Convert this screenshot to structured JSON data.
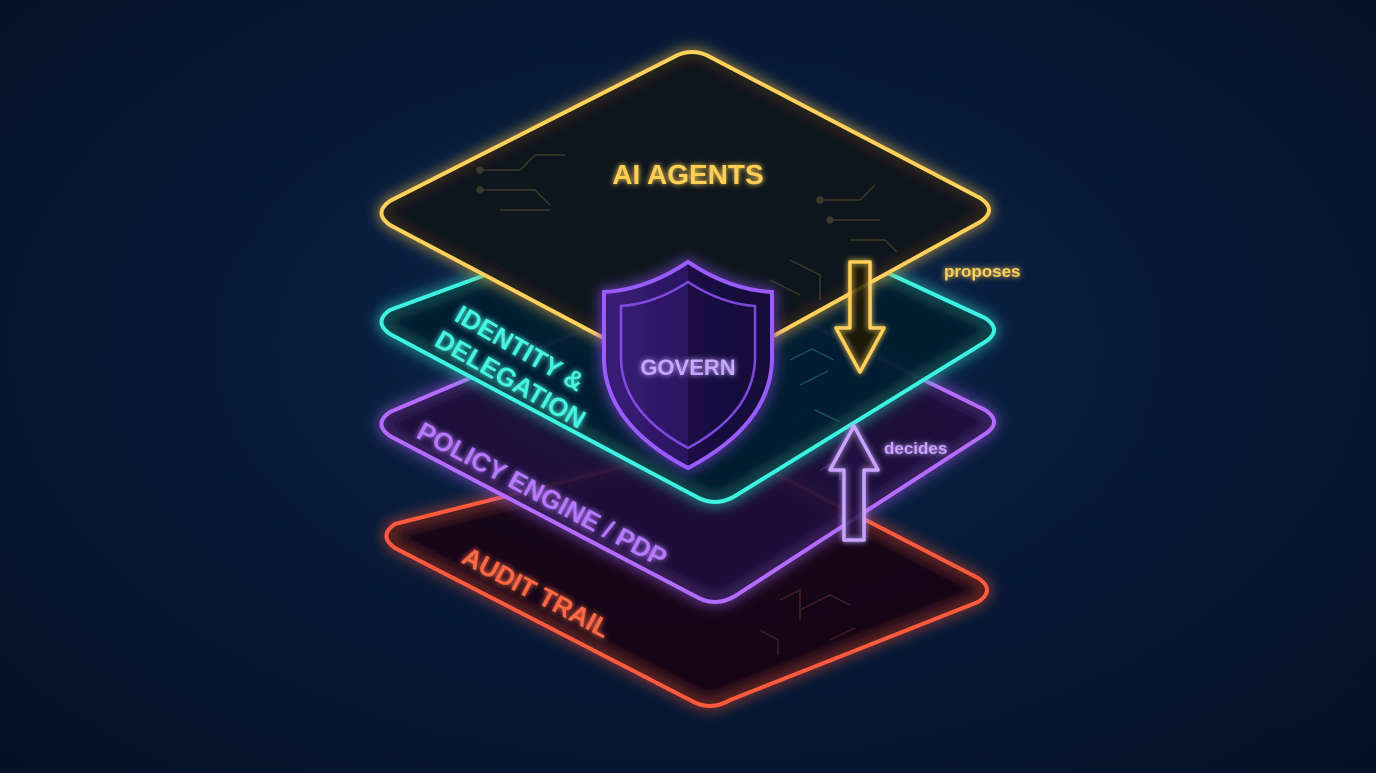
{
  "layers": {
    "agents": {
      "label": "AI AGENTS",
      "color": "#ffd05a"
    },
    "identity": {
      "label_line1": "IDENTITY &",
      "label_line2": "DELEGATION",
      "color": "#3ef2e0"
    },
    "policy": {
      "label": "POLICY ENGINE / PDP",
      "color": "#b46cff"
    },
    "audit": {
      "label": "AUDIT TRAIL",
      "color": "#ff5a3c"
    }
  },
  "shield": {
    "label": "GOVERN",
    "color": "#9a5cff",
    "icon": "shield-icon"
  },
  "arrows": {
    "proposes": {
      "label": "proposes",
      "color": "#ffd05a",
      "icon": "arrow-down-icon"
    },
    "decides": {
      "label": "decides",
      "color": "#c9a3ff",
      "icon": "arrow-up-icon"
    }
  }
}
